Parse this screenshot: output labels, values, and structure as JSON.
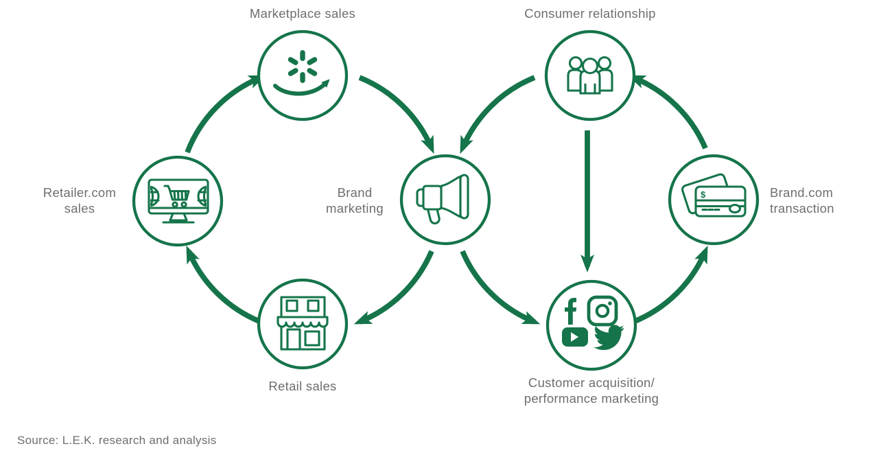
{
  "diagram": {
    "nodes": {
      "marketplace_sales": {
        "label": "Marketplace sales",
        "lines": [
          "Marketplace sales"
        ],
        "icons": [
          "walmart-spark-icon",
          "amazon-smile-arrow-icon"
        ]
      },
      "consumer_relationship": {
        "label": "Consumer relationship",
        "lines": [
          "Consumer relationship"
        ],
        "icons": [
          "people-group-icon"
        ]
      },
      "retailer_com_sales": {
        "label": "Retailer.com sales",
        "lines": [
          "Retailer.com",
          "sales"
        ],
        "icons": [
          "monitor-shopping-cart-icon"
        ]
      },
      "brand_marketing": {
        "label": "Brand marketing",
        "lines": [
          "Brand",
          "marketing"
        ],
        "icons": [
          "megaphone-icon"
        ]
      },
      "brand_com_transaction": {
        "label": "Brand.com transaction",
        "lines": [
          "Brand.com",
          "transaction"
        ],
        "icons": [
          "credit-cards-icon"
        ],
        "card_symbol": "$"
      },
      "retail_sales": {
        "label": "Retail sales",
        "lines": [
          "Retail sales"
        ],
        "icons": [
          "storefront-icon"
        ]
      },
      "customer_acquisition": {
        "label": "Customer acquisition/ performance marketing",
        "lines": [
          "Customer acquisition/",
          "performance marketing"
        ],
        "icons": [
          "facebook-icon",
          "instagram-icon",
          "youtube-icon",
          "twitter-icon"
        ]
      }
    },
    "edges": [
      {
        "from": "retailer_com_sales",
        "to": "marketplace_sales"
      },
      {
        "from": "marketplace_sales",
        "to": "brand_marketing"
      },
      {
        "from": "brand_marketing",
        "to": "retail_sales"
      },
      {
        "from": "retail_sales",
        "to": "retailer_com_sales"
      },
      {
        "from": "consumer_relationship",
        "to": "brand_marketing"
      },
      {
        "from": "brand_marketing",
        "to": "customer_acquisition"
      },
      {
        "from": "customer_acquisition",
        "to": "brand_com_transaction"
      },
      {
        "from": "brand_com_transaction",
        "to": "consumer_relationship"
      },
      {
        "from": "consumer_relationship",
        "to": "customer_acquisition"
      }
    ]
  },
  "source_note": "Source: L.E.K. research and analysis",
  "colors": {
    "brand_green": "#15744a",
    "label_gray": "#6d6e72",
    "background": "#ffffff"
  }
}
